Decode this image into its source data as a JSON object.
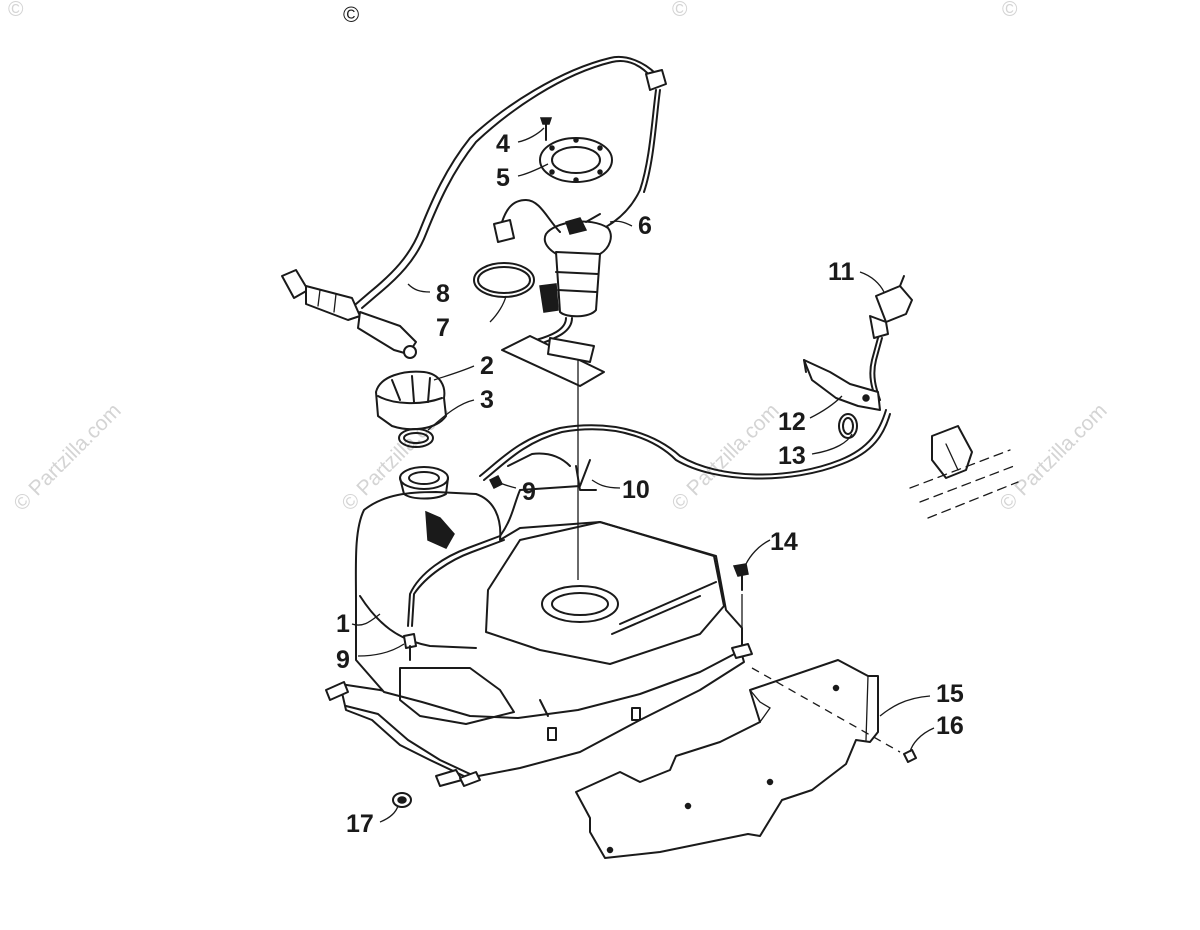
{
  "watermark": {
    "text": "© Partzilla.com",
    "copyright_symbol": "©"
  },
  "callouts": [
    {
      "id": "c1",
      "label": "1"
    },
    {
      "id": "c2",
      "label": "2"
    },
    {
      "id": "c3",
      "label": "3"
    },
    {
      "id": "c4",
      "label": "4"
    },
    {
      "id": "c5",
      "label": "5"
    },
    {
      "id": "c6",
      "label": "6"
    },
    {
      "id": "c7",
      "label": "7"
    },
    {
      "id": "c8",
      "label": "8"
    },
    {
      "id": "c9a",
      "label": "9"
    },
    {
      "id": "c9b",
      "label": "9"
    },
    {
      "id": "c10",
      "label": "10"
    },
    {
      "id": "c11",
      "label": "11"
    },
    {
      "id": "c12",
      "label": "12"
    },
    {
      "id": "c13",
      "label": "13"
    },
    {
      "id": "c14",
      "label": "14"
    },
    {
      "id": "c15",
      "label": "15"
    },
    {
      "id": "c16",
      "label": "16"
    },
    {
      "id": "c17",
      "label": "17"
    }
  ]
}
